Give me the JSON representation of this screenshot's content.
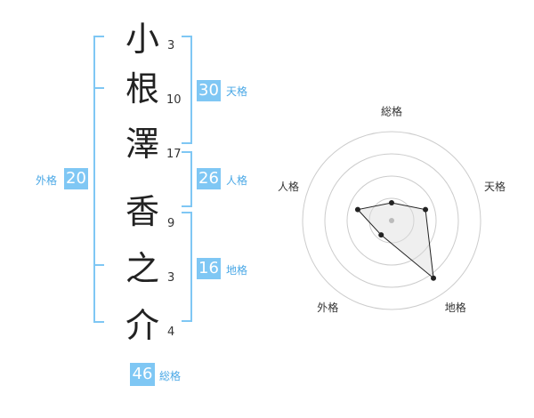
{
  "name": {
    "characters": [
      {
        "char": "小",
        "strokes": "3"
      },
      {
        "char": "根",
        "strokes": "10"
      },
      {
        "char": "澤",
        "strokes": "17"
      },
      {
        "char": "香",
        "strokes": "9"
      },
      {
        "char": "之",
        "strokes": "3"
      },
      {
        "char": "介",
        "strokes": "4"
      }
    ]
  },
  "kakusu": {
    "tenkaku": {
      "value": "30",
      "label": "天格"
    },
    "jinkaku": {
      "value": "26",
      "label": "人格"
    },
    "chikaku": {
      "value": "16",
      "label": "地格"
    },
    "gaikaku": {
      "value": "20",
      "label": "外格"
    },
    "soukaku": {
      "value": "46",
      "label": "総格"
    }
  },
  "accent_color": "#7fc7f4",
  "label_color": "#4aa8e6",
  "radar": {
    "axes": [
      "総格",
      "天格",
      "地格",
      "外格",
      "人格"
    ],
    "rings": 4,
    "scores": [
      1,
      2,
      4,
      1,
      2
    ],
    "max": 5
  }
}
